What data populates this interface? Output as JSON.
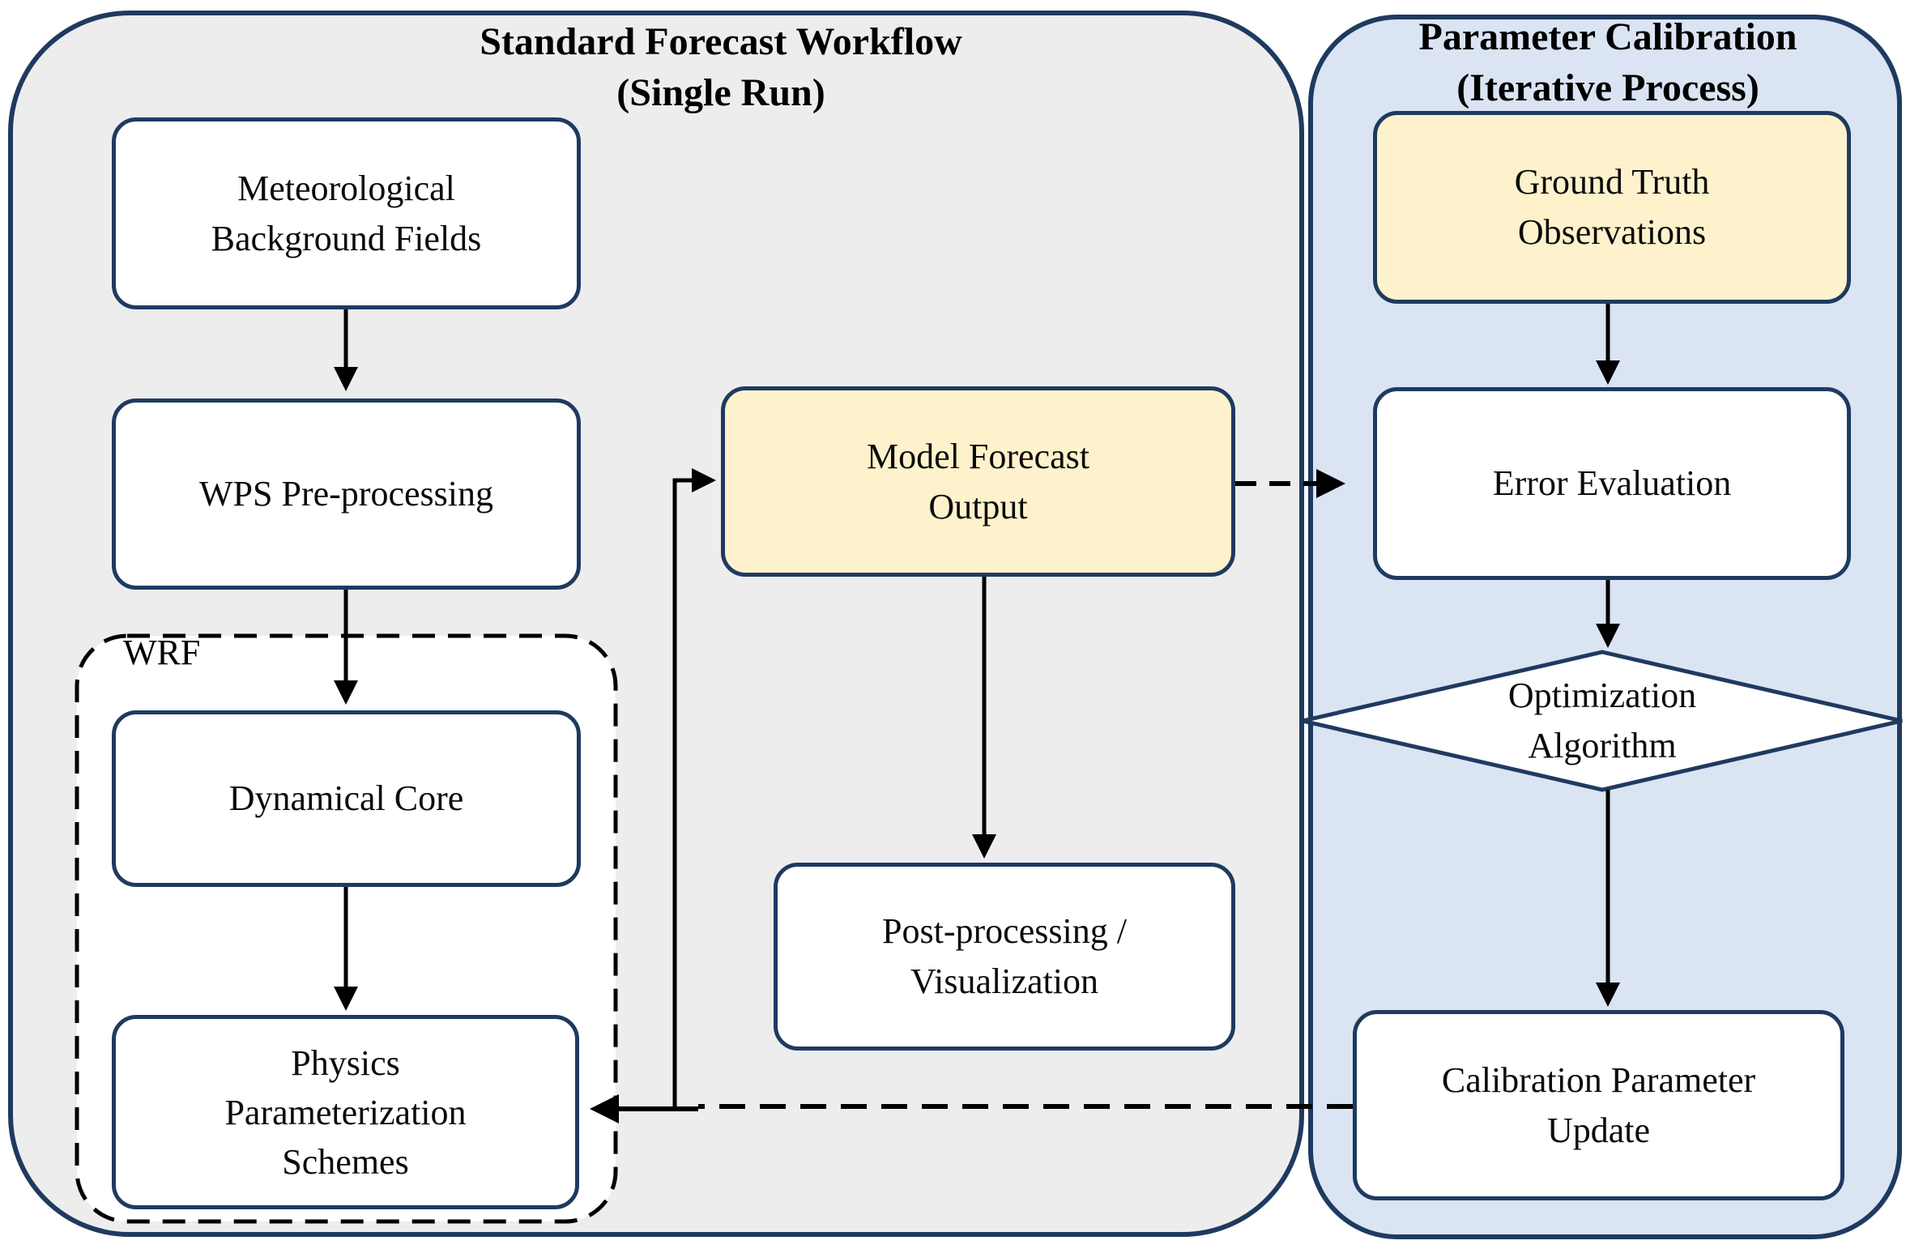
{
  "colors": {
    "border_navy": "#1f3a60",
    "panel_gray_fill": "#ededed",
    "panel_blue_fill": "#dae4f3",
    "node_yellow_fill": "#fdf2cc",
    "node_white_fill": "#ffffff",
    "arrow_black": "#000000"
  },
  "left_panel": {
    "title_line1": "Standard Forecast Workflow",
    "title_line2": "(Single Run)",
    "nodes": {
      "meteorological": {
        "line1": "Meteorological",
        "line2": "Background Fields"
      },
      "wps": {
        "line1": "WPS Pre-processing"
      },
      "wrf_group_label": "WRF",
      "dynamical_core": {
        "line1": "Dynamical Core"
      },
      "physics": {
        "line1": "Physics",
        "line2": "Parameterization",
        "line3": "Schemes"
      },
      "model_forecast": {
        "line1": "Model Forecast",
        "line2": "Output"
      },
      "post_processing": {
        "line1": "Post-processing /",
        "line2": "Visualization"
      }
    }
  },
  "right_panel": {
    "title_line1": "Parameter Calibration",
    "title_line2": "(Iterative Process)",
    "nodes": {
      "ground_truth": {
        "line1": "Ground Truth",
        "line2": "Observations"
      },
      "error_evaluation": {
        "line1": "Error Evaluation"
      },
      "optimization": {
        "line1": "Optimization",
        "line2": "Algorithm"
      },
      "calibration_update": {
        "line1": "Calibration Parameter",
        "line2": "Update"
      }
    }
  }
}
